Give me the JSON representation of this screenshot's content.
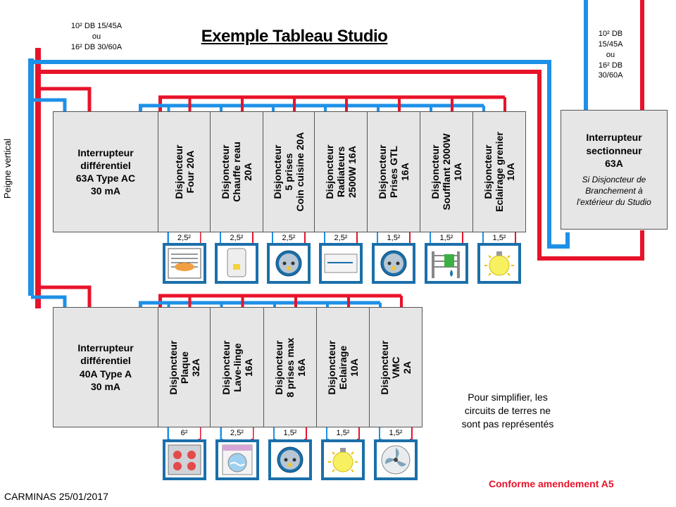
{
  "title": "Exemple Tableau Studio",
  "supply_note_left": [
    "10² DB 15/45A",
    "ou",
    "16² DB 30/60A"
  ],
  "supply_note_right": [
    "10² DB",
    "15/45A",
    "ou",
    "16² DB",
    "30/60A"
  ],
  "peigne_label": "Peigne vertical",
  "row1": {
    "rcd": [
      "Interrupteur",
      "différentiel",
      "63A Type AC",
      "30 mA"
    ],
    "breakers": [
      {
        "lines": [
          "Disjoncteur",
          "Four 20A"
        ],
        "wire": "2,5²",
        "icon": "oven-icon"
      },
      {
        "lines": [
          "Disjoncteur",
          "Chauffe reau",
          "20A"
        ],
        "wire": "2,5²",
        "icon": "water-heater-icon"
      },
      {
        "lines": [
          "Disjoncteur",
          "5 prises",
          "Coin cuisine 20A"
        ],
        "wire": "2,5²",
        "icon": "socket-icon"
      },
      {
        "lines": [
          "Disjoncteur",
          "Radiateurs",
          "2500W 16A"
        ],
        "wire": "2,5²",
        "icon": "radiator-icon"
      },
      {
        "lines": [
          "Disjoncteur",
          "Prises GTL",
          "16A"
        ],
        "wire": "1,5²",
        "icon": "socket-icon"
      },
      {
        "lines": [
          "Disjoncteur",
          "Soufflant 2000W",
          "10A"
        ],
        "wire": "1,5²",
        "icon": "towel-heater-icon"
      },
      {
        "lines": [
          "Disjoncteur",
          "Eclairage grenier",
          "10A"
        ],
        "wire": "1,5²",
        "icon": "light-bulb-icon"
      }
    ]
  },
  "row2": {
    "rcd": [
      "Interrupteur",
      "différentiel",
      "40A Type A",
      "30 mA"
    ],
    "breakers": [
      {
        "lines": [
          "Disjoncteur",
          "Plaque",
          "32A"
        ],
        "wire": "6²",
        "icon": "cooktop-icon"
      },
      {
        "lines": [
          "Disjoncteur",
          "Lave-linge",
          "16A"
        ],
        "wire": "2,5²",
        "icon": "washing-machine-icon"
      },
      {
        "lines": [
          "Disjoncteur",
          "8 prises max",
          "16A"
        ],
        "wire": "1,5²",
        "icon": "socket-icon"
      },
      {
        "lines": [
          "Disjoncteur",
          "Eclairage",
          "10A"
        ],
        "wire": "1,5²",
        "icon": "light-bulb-icon"
      },
      {
        "lines": [
          "Disjoncteur",
          "VMC",
          "2A"
        ],
        "wire": "1,5²",
        "icon": "fan-icon"
      }
    ]
  },
  "sectionneur": {
    "title": [
      "Interrupteur",
      "sectionneur",
      "63A"
    ],
    "subtitle": [
      "Si Disjoncteur de",
      "Branchement à",
      "l'extérieur du Studio"
    ]
  },
  "simplify_note": [
    "Pour simplifier, les",
    "circuits de terres ne",
    "sont pas représentés"
  ],
  "conforme": "Conforme amendement A5",
  "author": "CARMINAS 25/01/2017",
  "colors": {
    "phase": "#e8132a",
    "neutral": "#1e90e6",
    "icon_bg": "#1b6fa9",
    "box": "#e6e6e6"
  }
}
